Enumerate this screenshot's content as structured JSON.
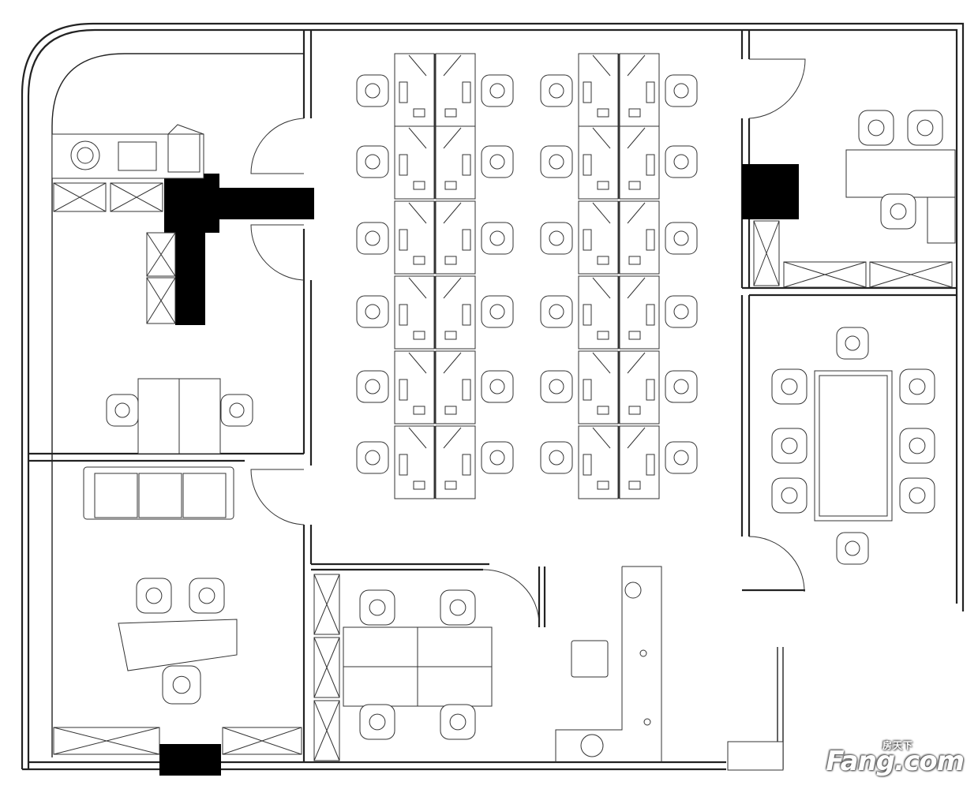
{
  "watermark": {
    "brand": "Fang.com",
    "cn": "房天下"
  },
  "rooms": [
    {
      "id": "reception-storage",
      "label": ""
    },
    {
      "id": "open-office",
      "label": ""
    },
    {
      "id": "manager-office-ne",
      "label": ""
    },
    {
      "id": "meeting-room",
      "label": ""
    },
    {
      "id": "manager-office-sw",
      "label": ""
    },
    {
      "id": "office-south",
      "label": ""
    },
    {
      "id": "front-desk",
      "label": ""
    }
  ]
}
